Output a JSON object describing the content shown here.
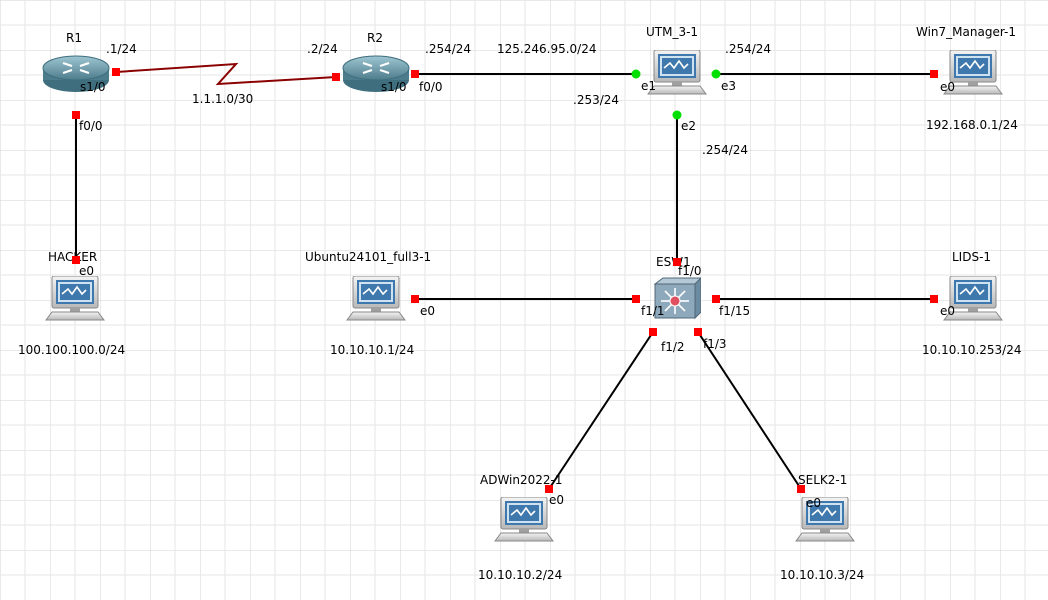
{
  "colors": {
    "grid": "#d3d3d3",
    "link": "#000000",
    "serial_link": "#8b0000",
    "port_down": "#ff0000",
    "port_up": "#00e000",
    "router": "#5f8fa0",
    "monitor": "#4a80b0"
  },
  "devices": {
    "r1": {
      "name": "R1",
      "icon": "router-icon"
    },
    "r2": {
      "name": "R2",
      "icon": "router-icon"
    },
    "utm": {
      "name": "UTM_3-1",
      "icon": "firewall-appliance-icon"
    },
    "win7": {
      "name": "Win7_Manager-1",
      "icon": "desktop-pc-icon"
    },
    "hacker": {
      "name": "HACKER",
      "icon": "desktop-pc-icon"
    },
    "ubuntu": {
      "name": "Ubuntu24101_full3-1",
      "icon": "desktop-pc-icon"
    },
    "esw": {
      "name": "ESW1",
      "icon": "ethernet-switch-icon"
    },
    "lids": {
      "name": "LIDS-1",
      "icon": "desktop-pc-icon"
    },
    "adwin": {
      "name": "ADWin2022-1",
      "icon": "desktop-pc-icon"
    },
    "selk": {
      "name": "SELK2-1",
      "icon": "desktop-pc-icon"
    }
  },
  "labels": {
    "r1_s10_ip": ".1/24",
    "r2_s10_ip": ".2/24",
    "serial_net": "1.1.1.0/30",
    "r2_f00_ip": ".254/24",
    "wan_net": "125.246.95.0/24",
    "utm_e3_ip": ".254/24",
    "utm_e1_ip": ".253/24",
    "utm_e2_ip": ".254/24",
    "win7_ip": "192.168.0.1/24",
    "hacker_ip": "100.100.100.0/24",
    "ubuntu_ip": "10.10.10.1/24",
    "lids_ip": "10.10.10.253/24",
    "adwin_ip": "10.10.10.2/24",
    "selk_ip": "10.10.10.3/24"
  },
  "ports": {
    "r1_s10": "s1/0",
    "r1_f00": "f0/0",
    "r2_s10": "s1/0",
    "r2_f00": "f0/0",
    "utm_e1": "e1",
    "utm_e3": "e3",
    "utm_e2": "e2",
    "win7_e0": "e0",
    "hacker_e0": "e0",
    "ubuntu_e0": "e0",
    "esw_f10": "f1/0",
    "esw_f11": "f1/1",
    "esw_f115": "f1/15",
    "esw_f12": "f1/2",
    "esw_f13": "f1/3",
    "lids_e0": "e0",
    "adwin_e0": "e0",
    "selk_e0": "e0"
  }
}
